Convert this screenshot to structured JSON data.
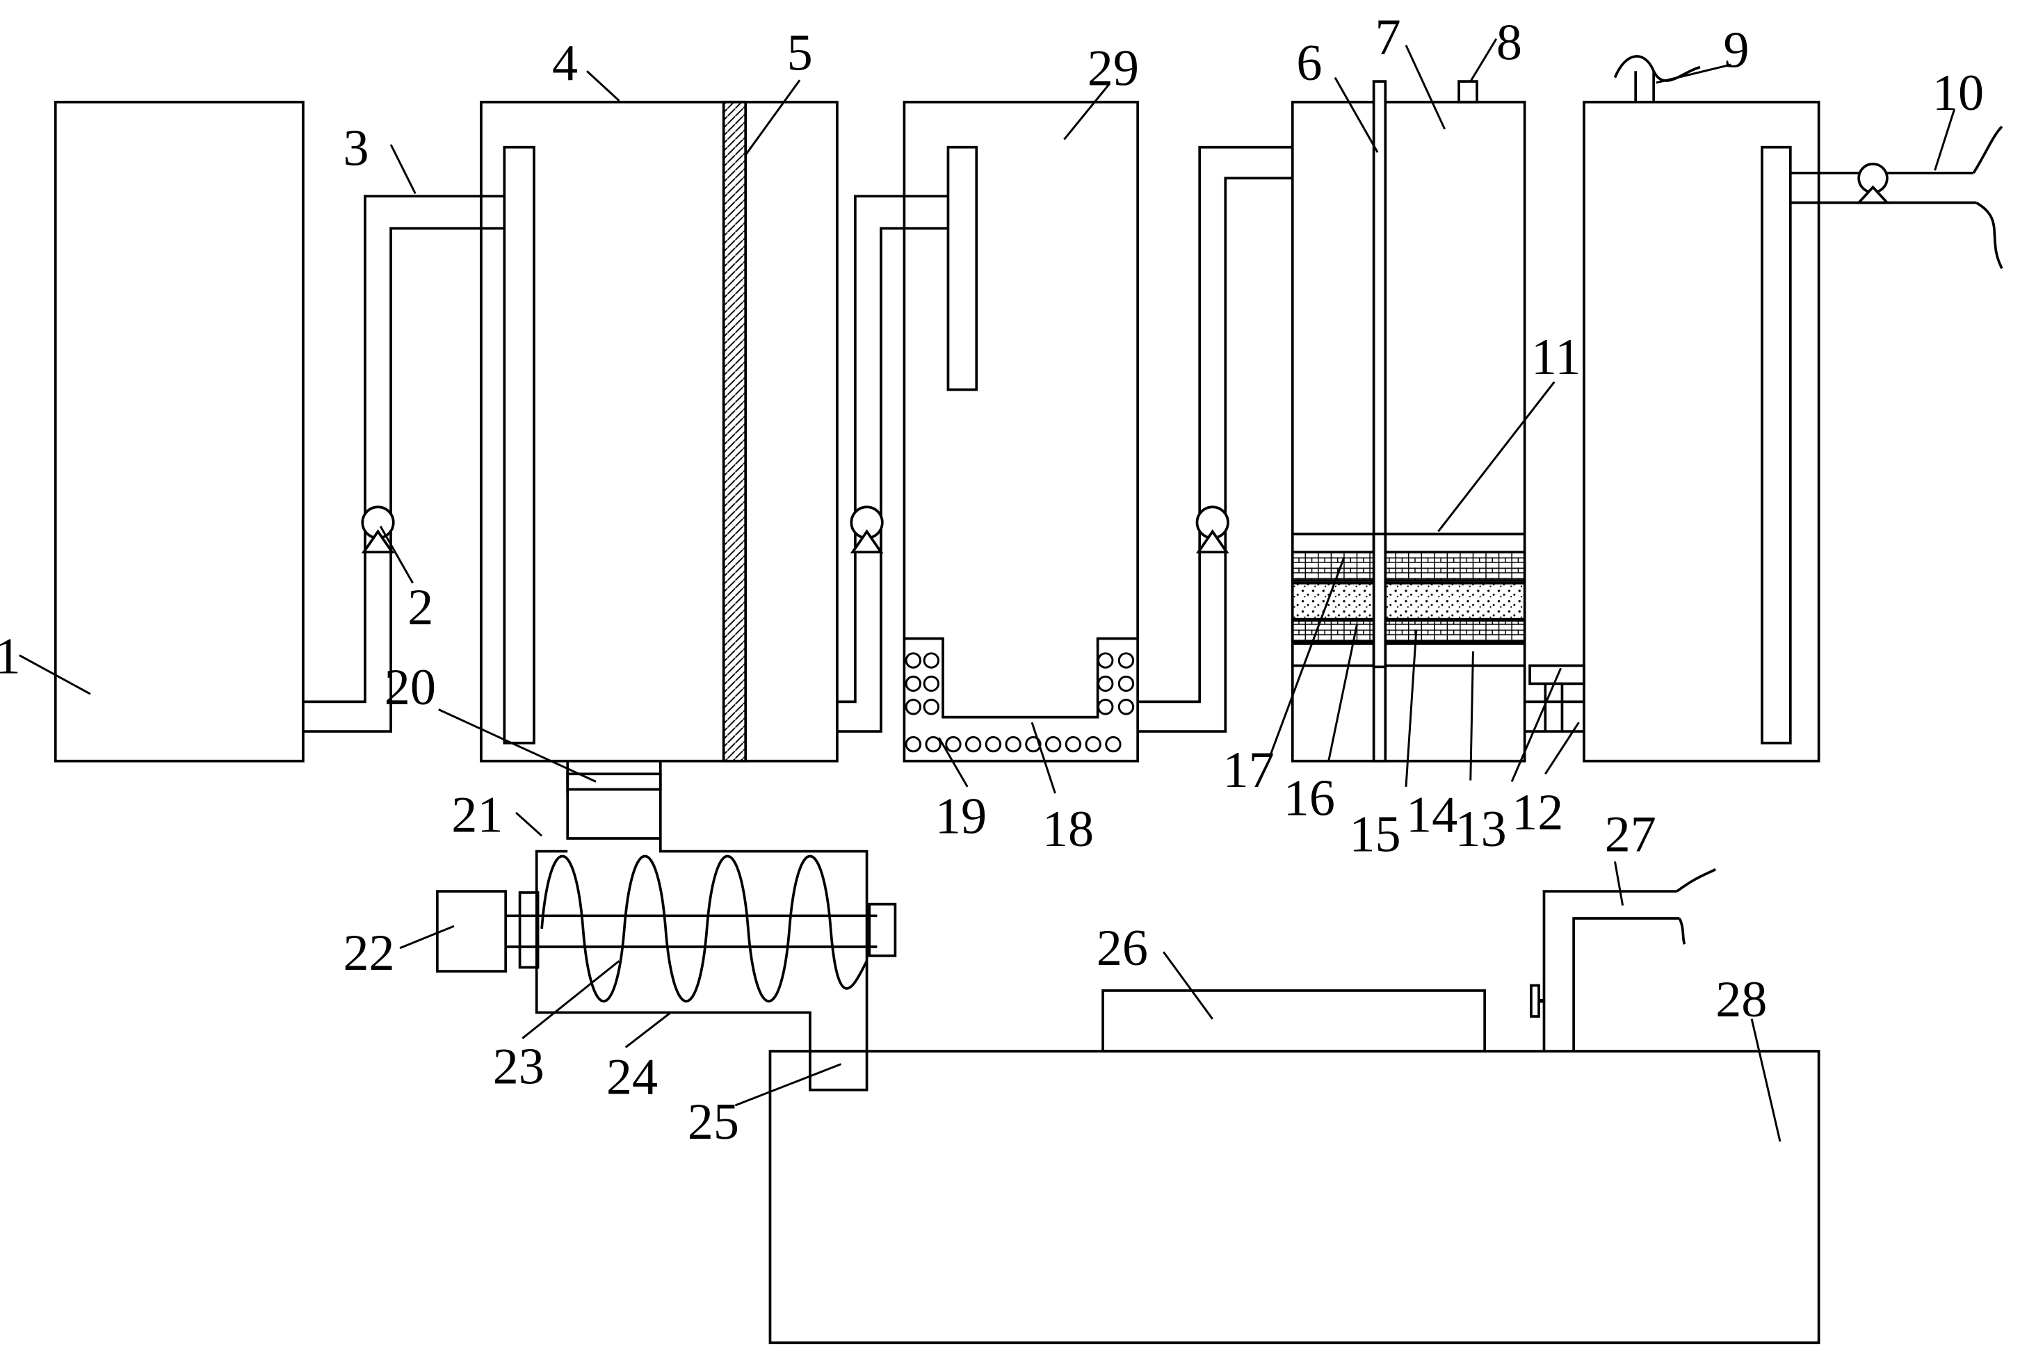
{
  "colors": {
    "ink": "#000000",
    "paper": "#ffffff"
  },
  "labels": {
    "l1": "1",
    "l2": "2",
    "l3": "3",
    "l4": "4",
    "l5": "5",
    "l6": "6",
    "l7": "7",
    "l8": "8",
    "l9": "9",
    "l10": "10",
    "l11": "11",
    "l12": "12",
    "l13": "13",
    "l14": "14",
    "l15": "15",
    "l16": "16",
    "l17": "17",
    "l18": "18",
    "l19": "19",
    "l20": "20",
    "l21": "21",
    "l22": "22",
    "l23": "23",
    "l24": "24",
    "l25": "25",
    "l26": "26",
    "l27": "27",
    "l28": "28",
    "l29": "29"
  }
}
